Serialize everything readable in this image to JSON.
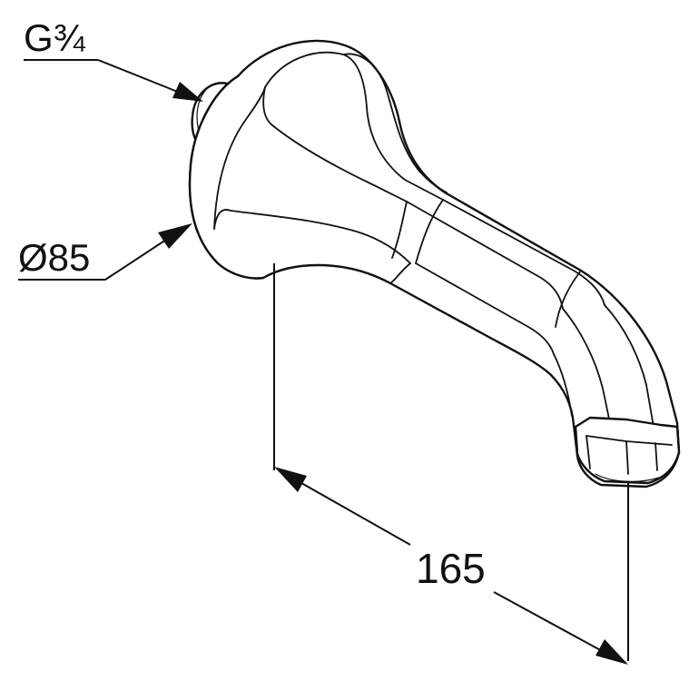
{
  "labels": {
    "thread": "G¾",
    "diameter": "Ø85",
    "projection": "165"
  }
}
